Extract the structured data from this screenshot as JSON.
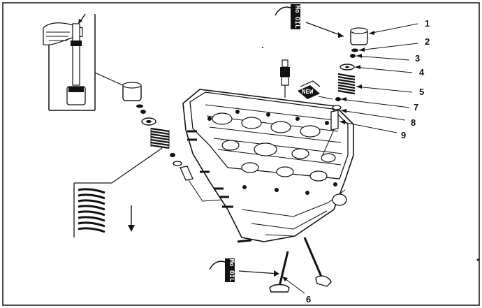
{
  "callouts": [
    {
      "number": "1",
      "part": "valve-tappet"
    },
    {
      "number": "2",
      "part": "valve-shim"
    },
    {
      "number": "3",
      "part": "valve-cotter"
    },
    {
      "number": "4",
      "part": "valve-spring-retainer"
    },
    {
      "number": "5",
      "part": "valve-spring"
    },
    {
      "number": "7",
      "part": "valve-stem-seal"
    },
    {
      "number": "8",
      "part": "spring-seat"
    },
    {
      "number": "9",
      "part": "valve-guide"
    },
    {
      "number": "6",
      "part": "valves"
    }
  ],
  "badges": {
    "oil_top": "Mo OIL",
    "oil_bottom": "Mo OIL",
    "new": "NEW"
  },
  "colors": {
    "ink": "#111111",
    "paper": "#ffffff"
  }
}
